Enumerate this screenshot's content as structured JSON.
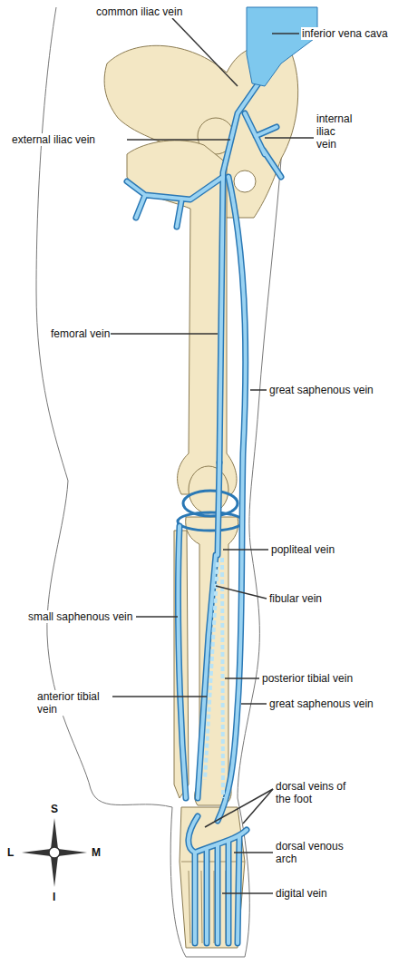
{
  "diagram": {
    "labels": [
      "common iliac vein",
      "inferior vena cava",
      "external iliac vein",
      "internal iliac vein",
      "femoral vein",
      "great saphenous vein",
      "popliteal vein",
      "fibular vein",
      "small saphenous vein",
      "anterior tibial vein",
      "posterior tibial vein",
      "great saphenous vein",
      "dorsal veins of the foot",
      "dorsal venous arch",
      "digital vein",
      "S",
      "L",
      "M",
      "I"
    ]
  }
}
